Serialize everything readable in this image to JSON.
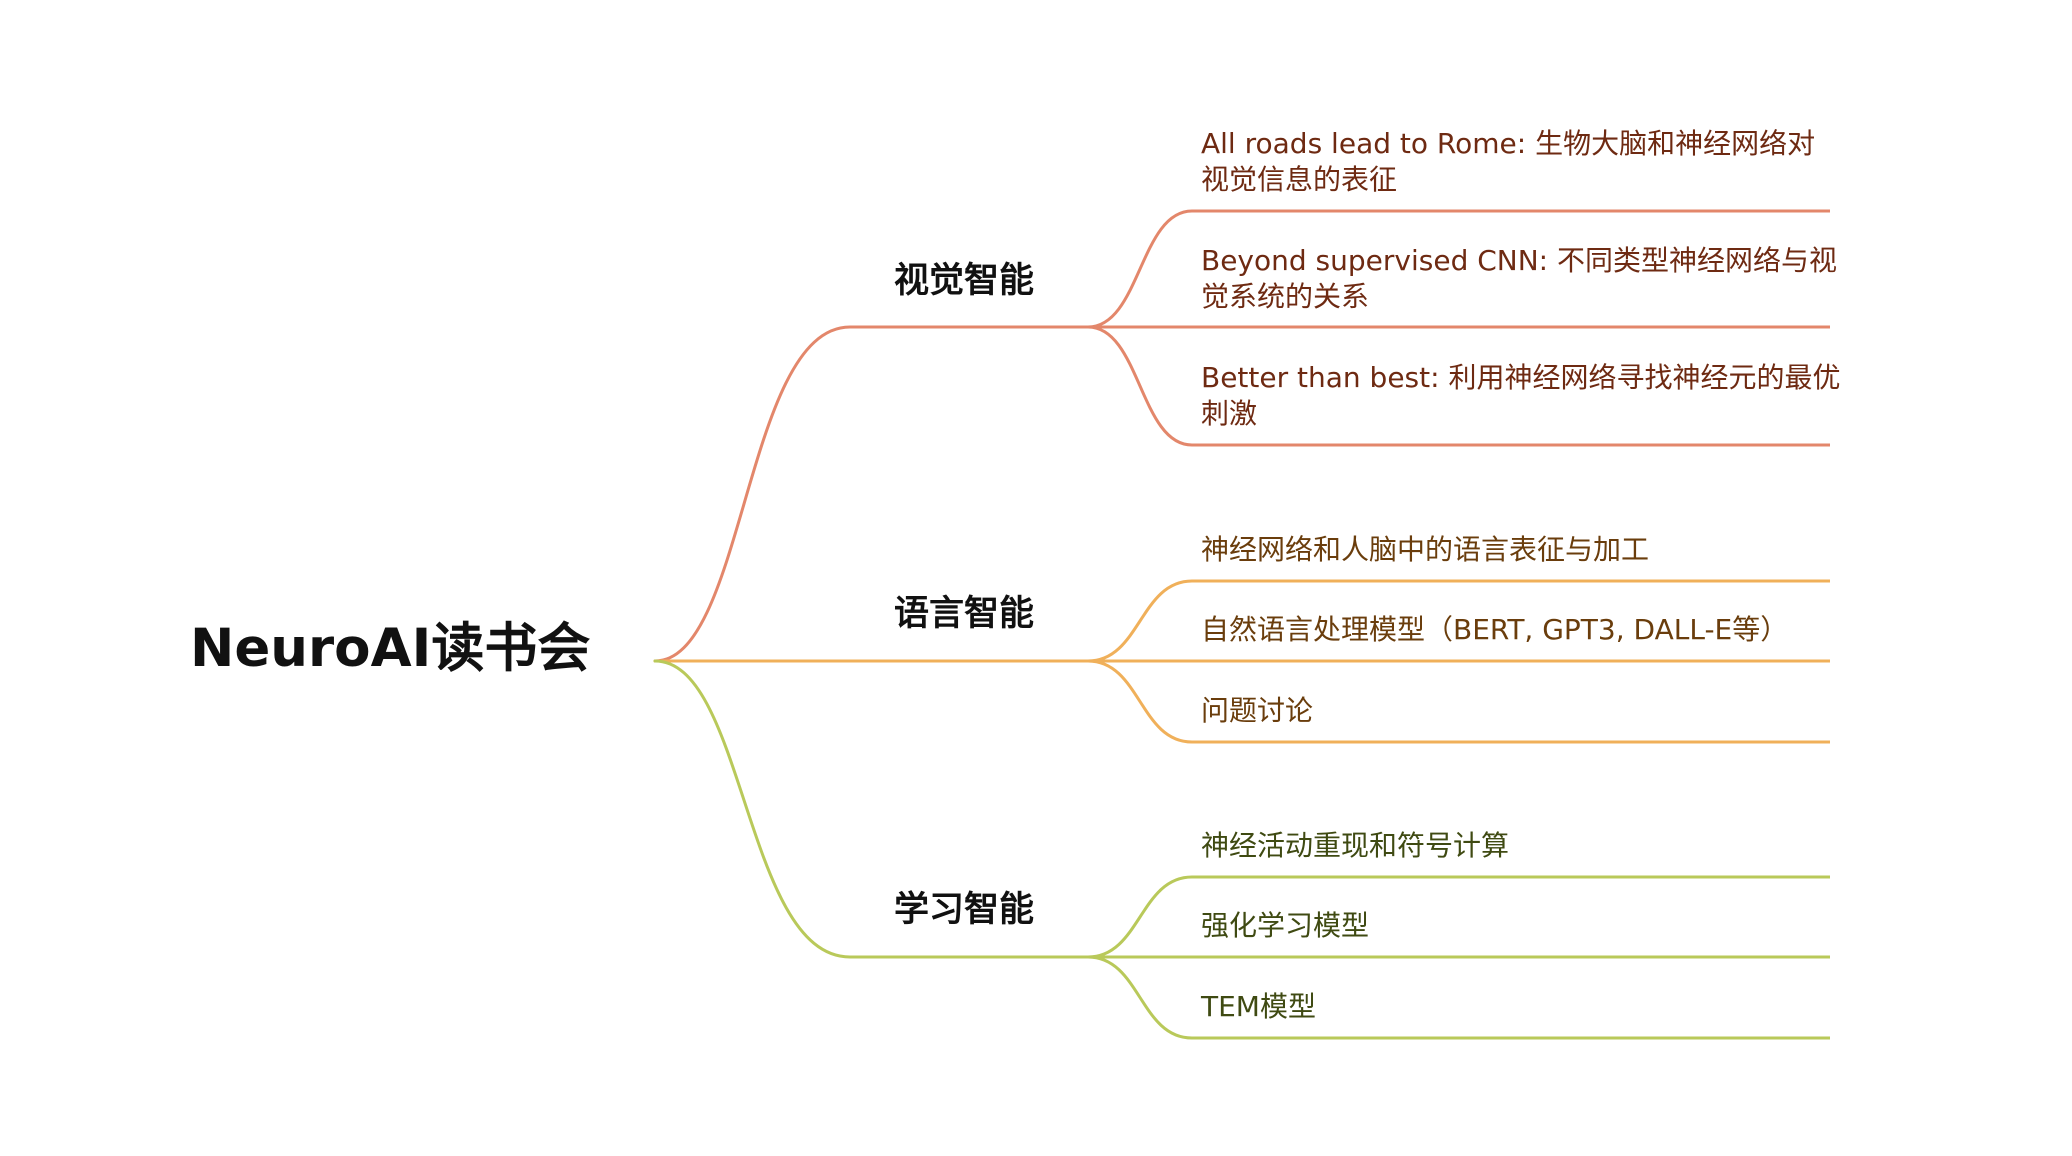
{
  "root": {
    "title": "NeuroAI读书会"
  },
  "branches": [
    {
      "key": "visual",
      "label": "视觉智能",
      "color": "#e3876b",
      "leaves": [
        "All roads lead to Rome: 生物大脑和神经网络对视觉信息的表征",
        "Beyond supervised CNN: 不同类型神经网络与视觉系统的关系",
        "Better than best: 利用神经网络寻找神经元的最优刺激"
      ]
    },
    {
      "key": "language",
      "label": "语言智能",
      "color": "#f0b05a",
      "leaves": [
        "神经网络和人脑中的语言表征与加工",
        "自然语言处理模型（BERT, GPT3, DALL-E等）",
        "问题讨论"
      ]
    },
    {
      "key": "learning",
      "label": "学习智能",
      "color": "#b9c95a",
      "leaves": [
        "神经活动重现和符号计算",
        "强化学习模型",
        "TEM模型"
      ]
    }
  ]
}
